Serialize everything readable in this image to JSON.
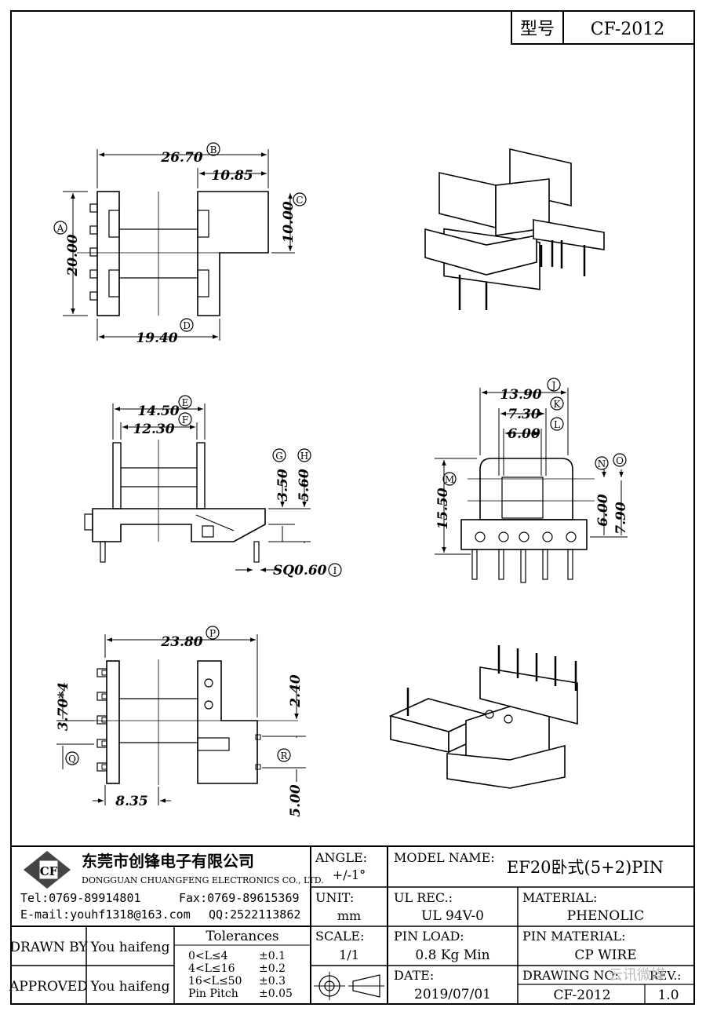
{
  "header": {
    "type_label": "型号",
    "type_value": "CF-2012"
  },
  "dimensions": {
    "top": {
      "overall_width": "26.70",
      "flange_width": "10.85",
      "height": "20.00",
      "flange_height": "10.00",
      "bottom_width": "19.40"
    },
    "side": {
      "width_e": "14.50",
      "width_f": "12.30",
      "h_g": "3.50",
      "h_h": "5.60",
      "pin_sq": "SQ0.60"
    },
    "front": {
      "width_j": "13.90",
      "width_k": "7.30",
      "width_l": "6.00",
      "height_m": "15.50",
      "h_n": "6.00",
      "h_o": "7.90"
    },
    "bottom": {
      "width_p": "23.80",
      "pitch": "3.70*4",
      "offset": "8.35",
      "h_r1": "2.40",
      "h_r2": "5.00"
    }
  },
  "labels": [
    "A",
    "B",
    "C",
    "D",
    "E",
    "F",
    "G",
    "H",
    "I",
    "J",
    "K",
    "L",
    "M",
    "N",
    "O",
    "P",
    "Q",
    "R"
  ],
  "company": {
    "logo": "CF",
    "name_cn": "东莞市创锋电子有限公司",
    "name_en": "DONGGUAN CHUANGFENG ELECTRONICS CO., LTD.",
    "tel": "Tel:0769-89914801",
    "fax": "Fax:0769-89615369",
    "email": "E-mail:youhf1318@163.com",
    "qq": "QQ:2522113862"
  },
  "title_block": {
    "angle_label": "ANGLE:",
    "angle_value": "+/-1°",
    "model_label": "MODEL NAME:",
    "model_value": "EF20卧式(5+2)PIN",
    "unit_label": "UNIT:",
    "unit_value": "mm",
    "ul_label": "UL REC.:",
    "ul_value": "UL 94V-0",
    "material_label": "MATERIAL:",
    "material_value": "PHENOLIC",
    "drawn_label": "DRAWN BY",
    "drawn_value": "You haifeng",
    "approved_label": "APPROVED",
    "approved_value": "You haifeng",
    "tolerances_title": "Tolerances",
    "tol": [
      {
        "range": "0<L≤4",
        "value": "±0.1"
      },
      {
        "range": "4<L≤16",
        "value": "±0.2"
      },
      {
        "range": "16<L≤50",
        "value": "±0.3"
      },
      {
        "range": "Pin Pitch",
        "value": "±0.05"
      }
    ],
    "scale_label": "SCALE:",
    "scale_value": "1/1",
    "pin_load_label": "PIN LOAD:",
    "pin_load_value": "0.8 Kg Min",
    "pin_material_label": "PIN MATERIAL:",
    "pin_material_value": "CP WIRE",
    "date_label": "DATE:",
    "date_value": "2019/07/01",
    "drawing_no_label": "DRAWING NO:",
    "drawing_no_value": "CF-2012",
    "rev_label": "REV.:",
    "rev_value": "1.0",
    "watermark": "云讯微媒"
  }
}
